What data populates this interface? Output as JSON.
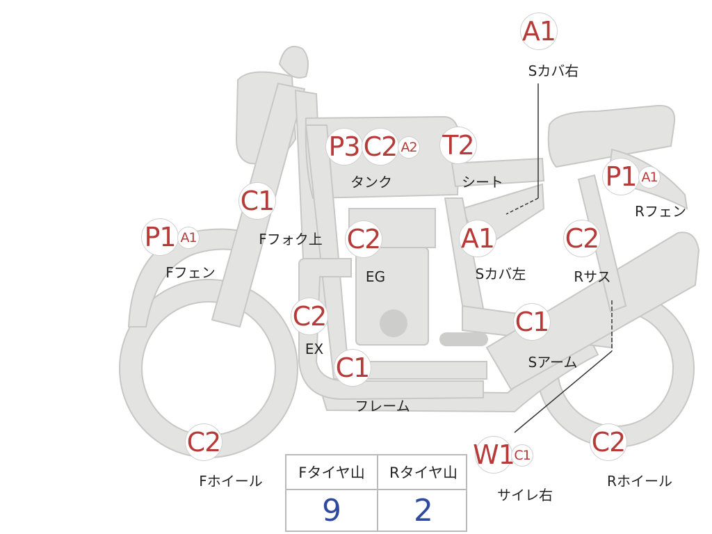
{
  "parts": [
    {
      "id": "s-cover-right",
      "label": "Sカバ右",
      "codes": [
        {
          "code": "A1",
          "size": "big"
        }
      ]
    },
    {
      "id": "tank",
      "label": "タンク",
      "codes": [
        {
          "code": "P3",
          "size": "big"
        },
        {
          "code": "C2",
          "size": "big"
        },
        {
          "code": "A2",
          "size": "small"
        }
      ]
    },
    {
      "id": "seat",
      "label": "シート",
      "codes": [
        {
          "code": "T2",
          "size": "big"
        }
      ]
    },
    {
      "id": "fork-upper",
      "label": "Fフォク上",
      "codes": [
        {
          "code": "C1",
          "size": "big"
        }
      ]
    },
    {
      "id": "front-fender",
      "label": "Fフェン",
      "codes": [
        {
          "code": "P1",
          "size": "big"
        },
        {
          "code": "A1",
          "size": "small"
        }
      ]
    },
    {
      "id": "engine",
      "label": "EG",
      "codes": [
        {
          "code": "C2",
          "size": "big"
        }
      ]
    },
    {
      "id": "s-cover-left",
      "label": "Sカバ左",
      "codes": [
        {
          "code": "A1",
          "size": "big"
        }
      ]
    },
    {
      "id": "rear-fender",
      "label": "Rフェン",
      "codes": [
        {
          "code": "P1",
          "size": "big"
        },
        {
          "code": "A1",
          "size": "small"
        }
      ]
    },
    {
      "id": "rear-suspension",
      "label": "Rサス",
      "codes": [
        {
          "code": "C2",
          "size": "big"
        }
      ]
    },
    {
      "id": "exhaust",
      "label": "EX",
      "codes": [
        {
          "code": "C2",
          "size": "big"
        }
      ]
    },
    {
      "id": "swing-arm",
      "label": "Sアーム",
      "codes": [
        {
          "code": "C1",
          "size": "big"
        }
      ]
    },
    {
      "id": "frame",
      "label": "フレーム",
      "codes": [
        {
          "code": "C1",
          "size": "big"
        }
      ]
    },
    {
      "id": "front-wheel",
      "label": "Fホイール",
      "codes": [
        {
          "code": "C2",
          "size": "big"
        }
      ]
    },
    {
      "id": "muffler-right",
      "label": "サイレ右",
      "codes": [
        {
          "code": "W1",
          "size": "big"
        },
        {
          "code": "C1",
          "size": "small"
        }
      ]
    },
    {
      "id": "rear-wheel",
      "label": "Rホイール",
      "codes": [
        {
          "code": "C2",
          "size": "big"
        }
      ]
    }
  ],
  "tire_table": {
    "front_header": "Fタイヤ山",
    "rear_header": "Rタイヤ山",
    "front_value": "9",
    "rear_value": "2"
  },
  "colors": {
    "bike_fill": "#e3e3e1",
    "bike_stroke": "#c7c7c5",
    "code_text": "#b53a38",
    "value_text": "#2e4a9e"
  }
}
